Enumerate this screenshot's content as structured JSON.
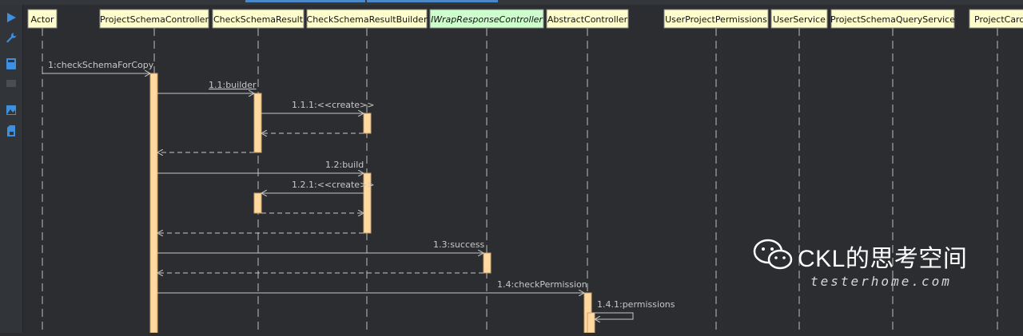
{
  "diagram": {
    "participants": [
      {
        "id": "actor",
        "label": "Actor"
      },
      {
        "id": "psc",
        "label": "ProjectSchemaController"
      },
      {
        "id": "csr",
        "label": "CheckSchemaResult"
      },
      {
        "id": "csrb",
        "label": "CheckSchemaResultBuilder"
      },
      {
        "id": "iwrc",
        "label": "IWrapResponseController",
        "interface": true
      },
      {
        "id": "ac",
        "label": "AbstractController"
      },
      {
        "id": "upp",
        "label": "UserProjectPermissions"
      },
      {
        "id": "us",
        "label": "UserService"
      },
      {
        "id": "psqs",
        "label": "ProjectSchemaQueryService"
      },
      {
        "id": "pc",
        "label": "ProjectCard"
      }
    ],
    "messages": [
      {
        "label": "1:checkSchemaForCopy"
      },
      {
        "label": "1.1:builder"
      },
      {
        "label": "1.1.1:<<create>>"
      },
      {
        "label": "1.2:build"
      },
      {
        "label": "1.2.1:<<create>>"
      },
      {
        "label": "1.3:success"
      },
      {
        "label": "1.4:checkPermission"
      },
      {
        "label": "1.4.1:permissions"
      }
    ]
  },
  "watermark": {
    "title": "CKL的思考空间",
    "subtitle": "testerhome.com"
  },
  "sidebar_icons": [
    "run-icon",
    "wrench-icon",
    "calculator-icon",
    "folder-icon",
    "image-icon",
    "sd-card-icon"
  ],
  "colors": {
    "background": "#2b2d30",
    "participant_fill": "#ffffcc",
    "interface_fill": "#ccffcc",
    "activation_fill": "#ffd9a0",
    "line": "#c8c8c8",
    "accent": "#4a88c7"
  }
}
